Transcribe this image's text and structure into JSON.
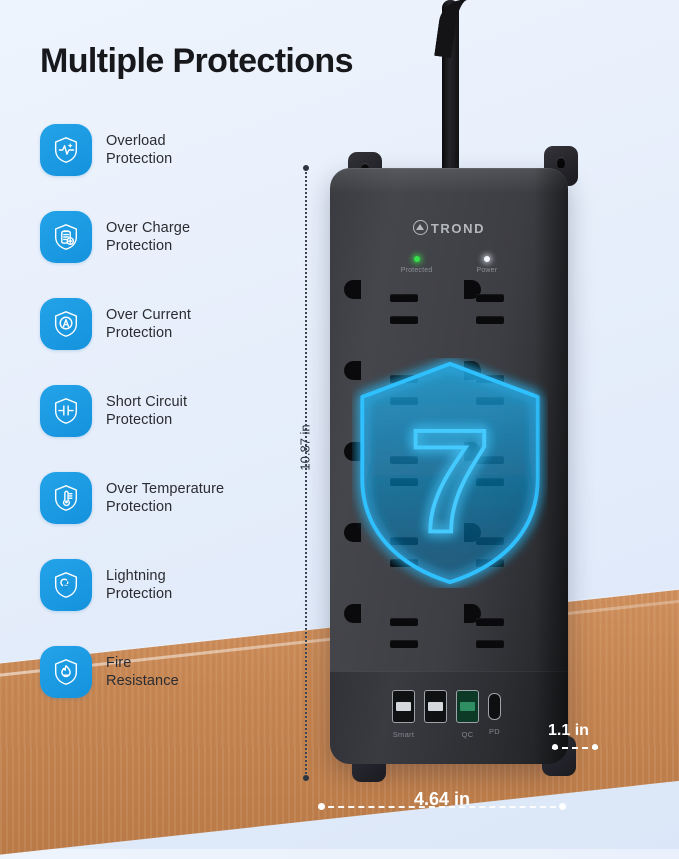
{
  "heading": "Multiple Protections",
  "features": [
    {
      "icon": "shield-overload-icon",
      "label": "Overload\nProtection"
    },
    {
      "icon": "shield-overcharge-icon",
      "label": "Over Charge\nProtection"
    },
    {
      "icon": "shield-overcurrent-icon",
      "label": "Over Current\nProtection"
    },
    {
      "icon": "shield-shortcircuit-icon",
      "label": "Short Circuit\nProtection"
    },
    {
      "icon": "shield-temperature-icon",
      "label": "Over Temperature\nProtection"
    },
    {
      "icon": "shield-lightning-icon",
      "label": "Lightning\nProtection"
    },
    {
      "icon": "shield-fire-icon",
      "label": "Fire\nResistance"
    }
  ],
  "product": {
    "brand": "TROND",
    "indicators": [
      {
        "name": "protected",
        "label": "Protected",
        "color": "#35e04a"
      },
      {
        "name": "power",
        "label": "Power",
        "color": "#f4f7fb"
      }
    ],
    "badge_number": "7",
    "badge_color": "#1fb6f5",
    "ports": [
      {
        "type": "usb-a",
        "label": "Smart"
      },
      {
        "type": "usb-a",
        "label": "Smart"
      },
      {
        "type": "usb-a-qc",
        "label": "QC"
      },
      {
        "type": "usb-c",
        "label": "PD"
      }
    ]
  },
  "dimensions": {
    "height": "10.87 in",
    "width": "4.64 in",
    "depth": "1.1 in"
  },
  "colors": {
    "accent": "#1592dd",
    "glow": "#1fb6f5",
    "text": "#2b2c31",
    "wood": "#c8885a",
    "background": "#e8f0fc"
  }
}
